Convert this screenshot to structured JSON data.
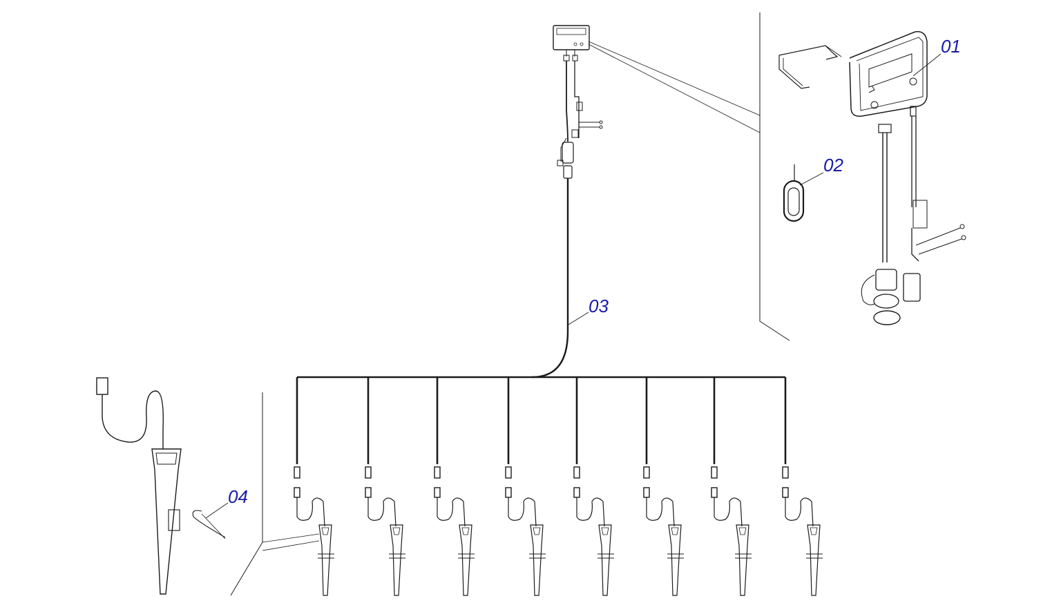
{
  "callouts": [
    {
      "id": "01",
      "text": "01"
    },
    {
      "id": "02",
      "text": "02"
    },
    {
      "id": "03",
      "text": "03"
    },
    {
      "id": "04",
      "text": "04"
    }
  ],
  "colors": {
    "callout": "#1a1aa8",
    "line": "#1a1a1a",
    "background": "#ffffff"
  },
  "sensor_count": 8
}
